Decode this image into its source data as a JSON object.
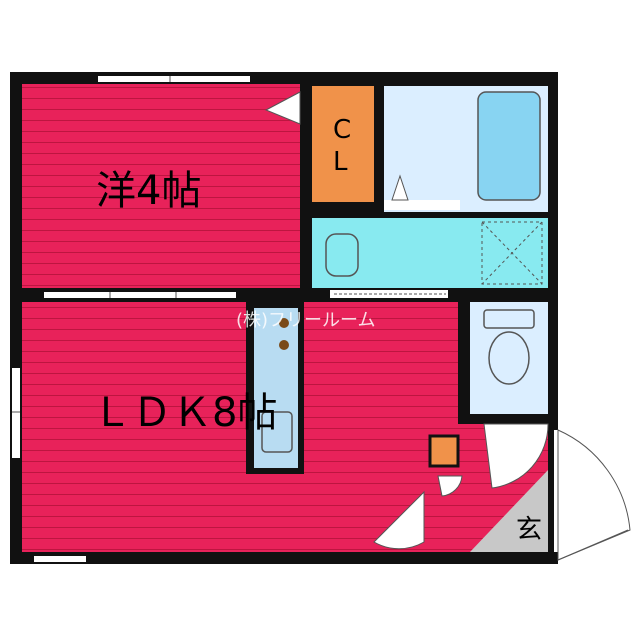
{
  "rooms": {
    "western_room": "洋4帖",
    "ldk": "ＬＤＫ8帖",
    "closet_top": "C",
    "closet_bottom": "L",
    "entrance": "玄"
  },
  "watermark": "(株)フリールーム",
  "colors": {
    "wall": "#111111",
    "room_floor": "#e8225a",
    "floor_line": "#c0173f",
    "closet": "#f0924a",
    "wet_area": "#dbeeff",
    "washroom": "#88eaf0",
    "entrance_floor": "#c8c8c8"
  }
}
